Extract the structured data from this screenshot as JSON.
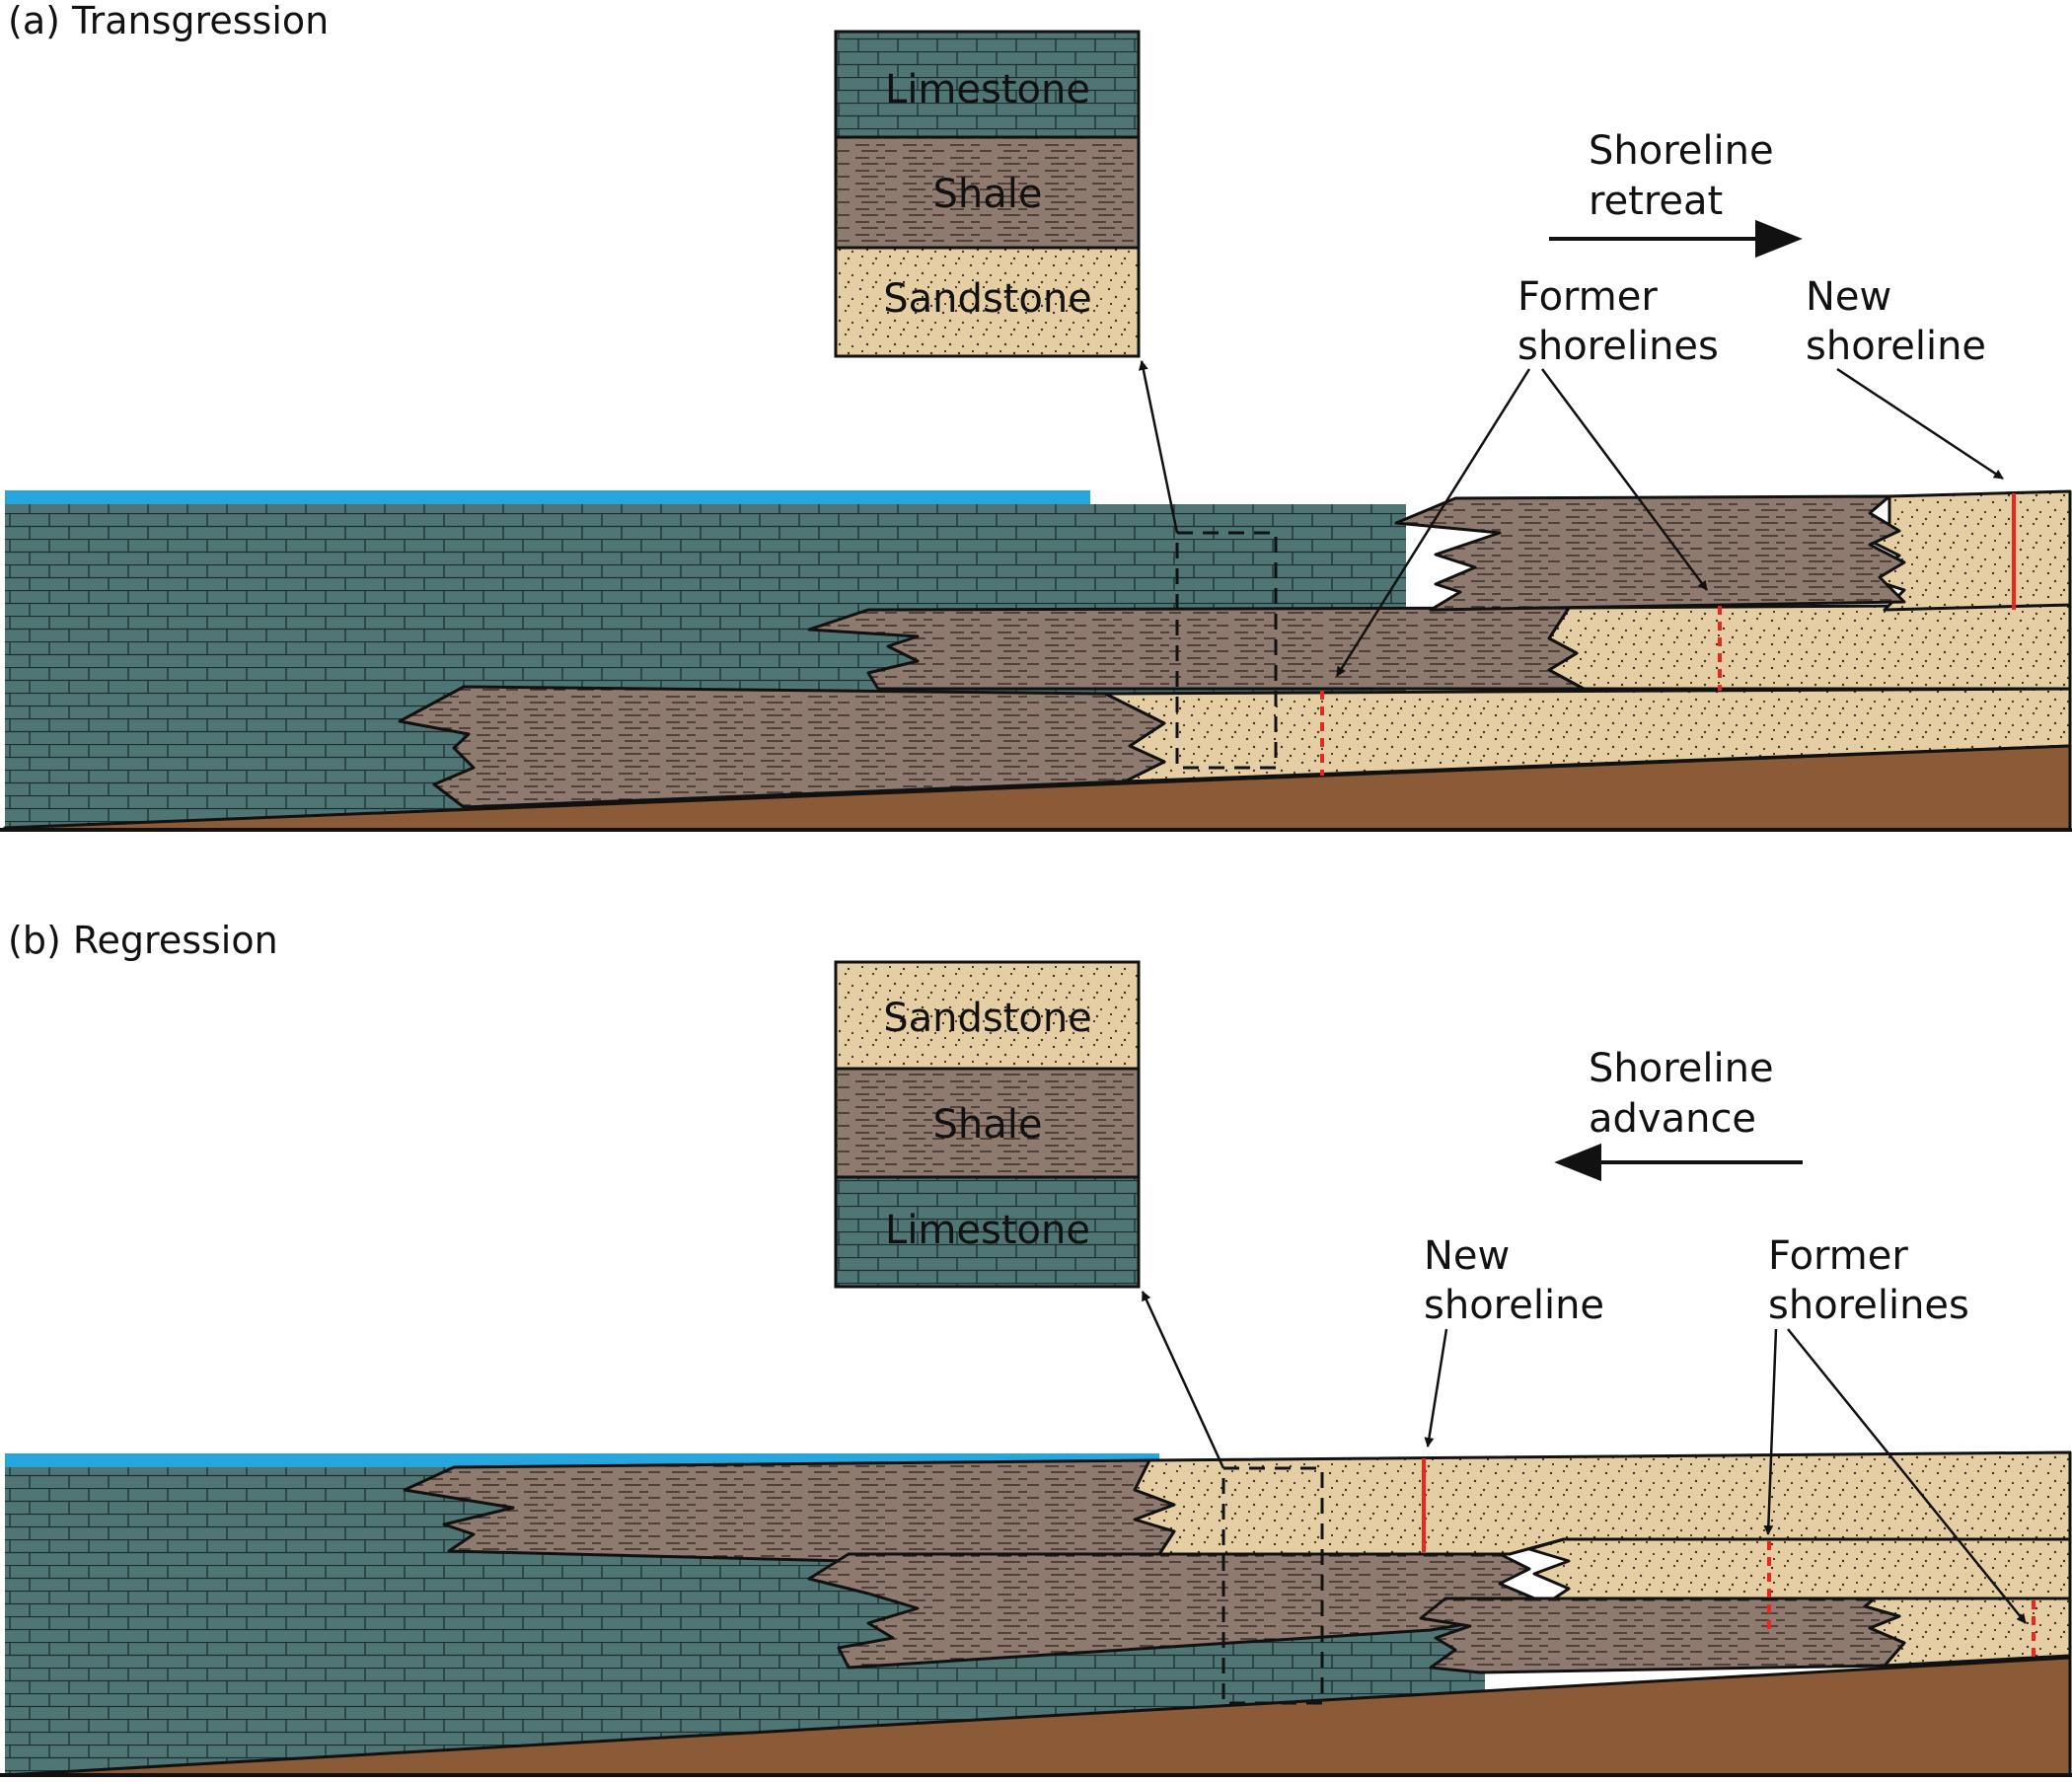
{
  "panels": [
    {
      "title": "(a) Transgression",
      "column": [
        "Limestone",
        "Shale",
        "Sandstone"
      ],
      "direction_line1": "Shoreline",
      "direction_line2": "retreat",
      "former_line1": "Former",
      "former_line2": "shorelines",
      "new_line1": "New",
      "new_line2": "shoreline"
    },
    {
      "title": "(b) Regression",
      "column": [
        "Sandstone",
        "Shale",
        "Limestone"
      ],
      "direction_line1": "Shoreline",
      "direction_line2": "advance",
      "former_line1": "Former",
      "former_line2": "shorelines",
      "new_line1": "New",
      "new_line2": "shoreline"
    }
  ],
  "colors": {
    "limestone": "#4f7575",
    "shale": "#8e7a6e",
    "sandstone": "#e5cea3",
    "water": "#26a6de",
    "basement": "#8b5a36",
    "shoreline_marker": "#e8281e"
  }
}
